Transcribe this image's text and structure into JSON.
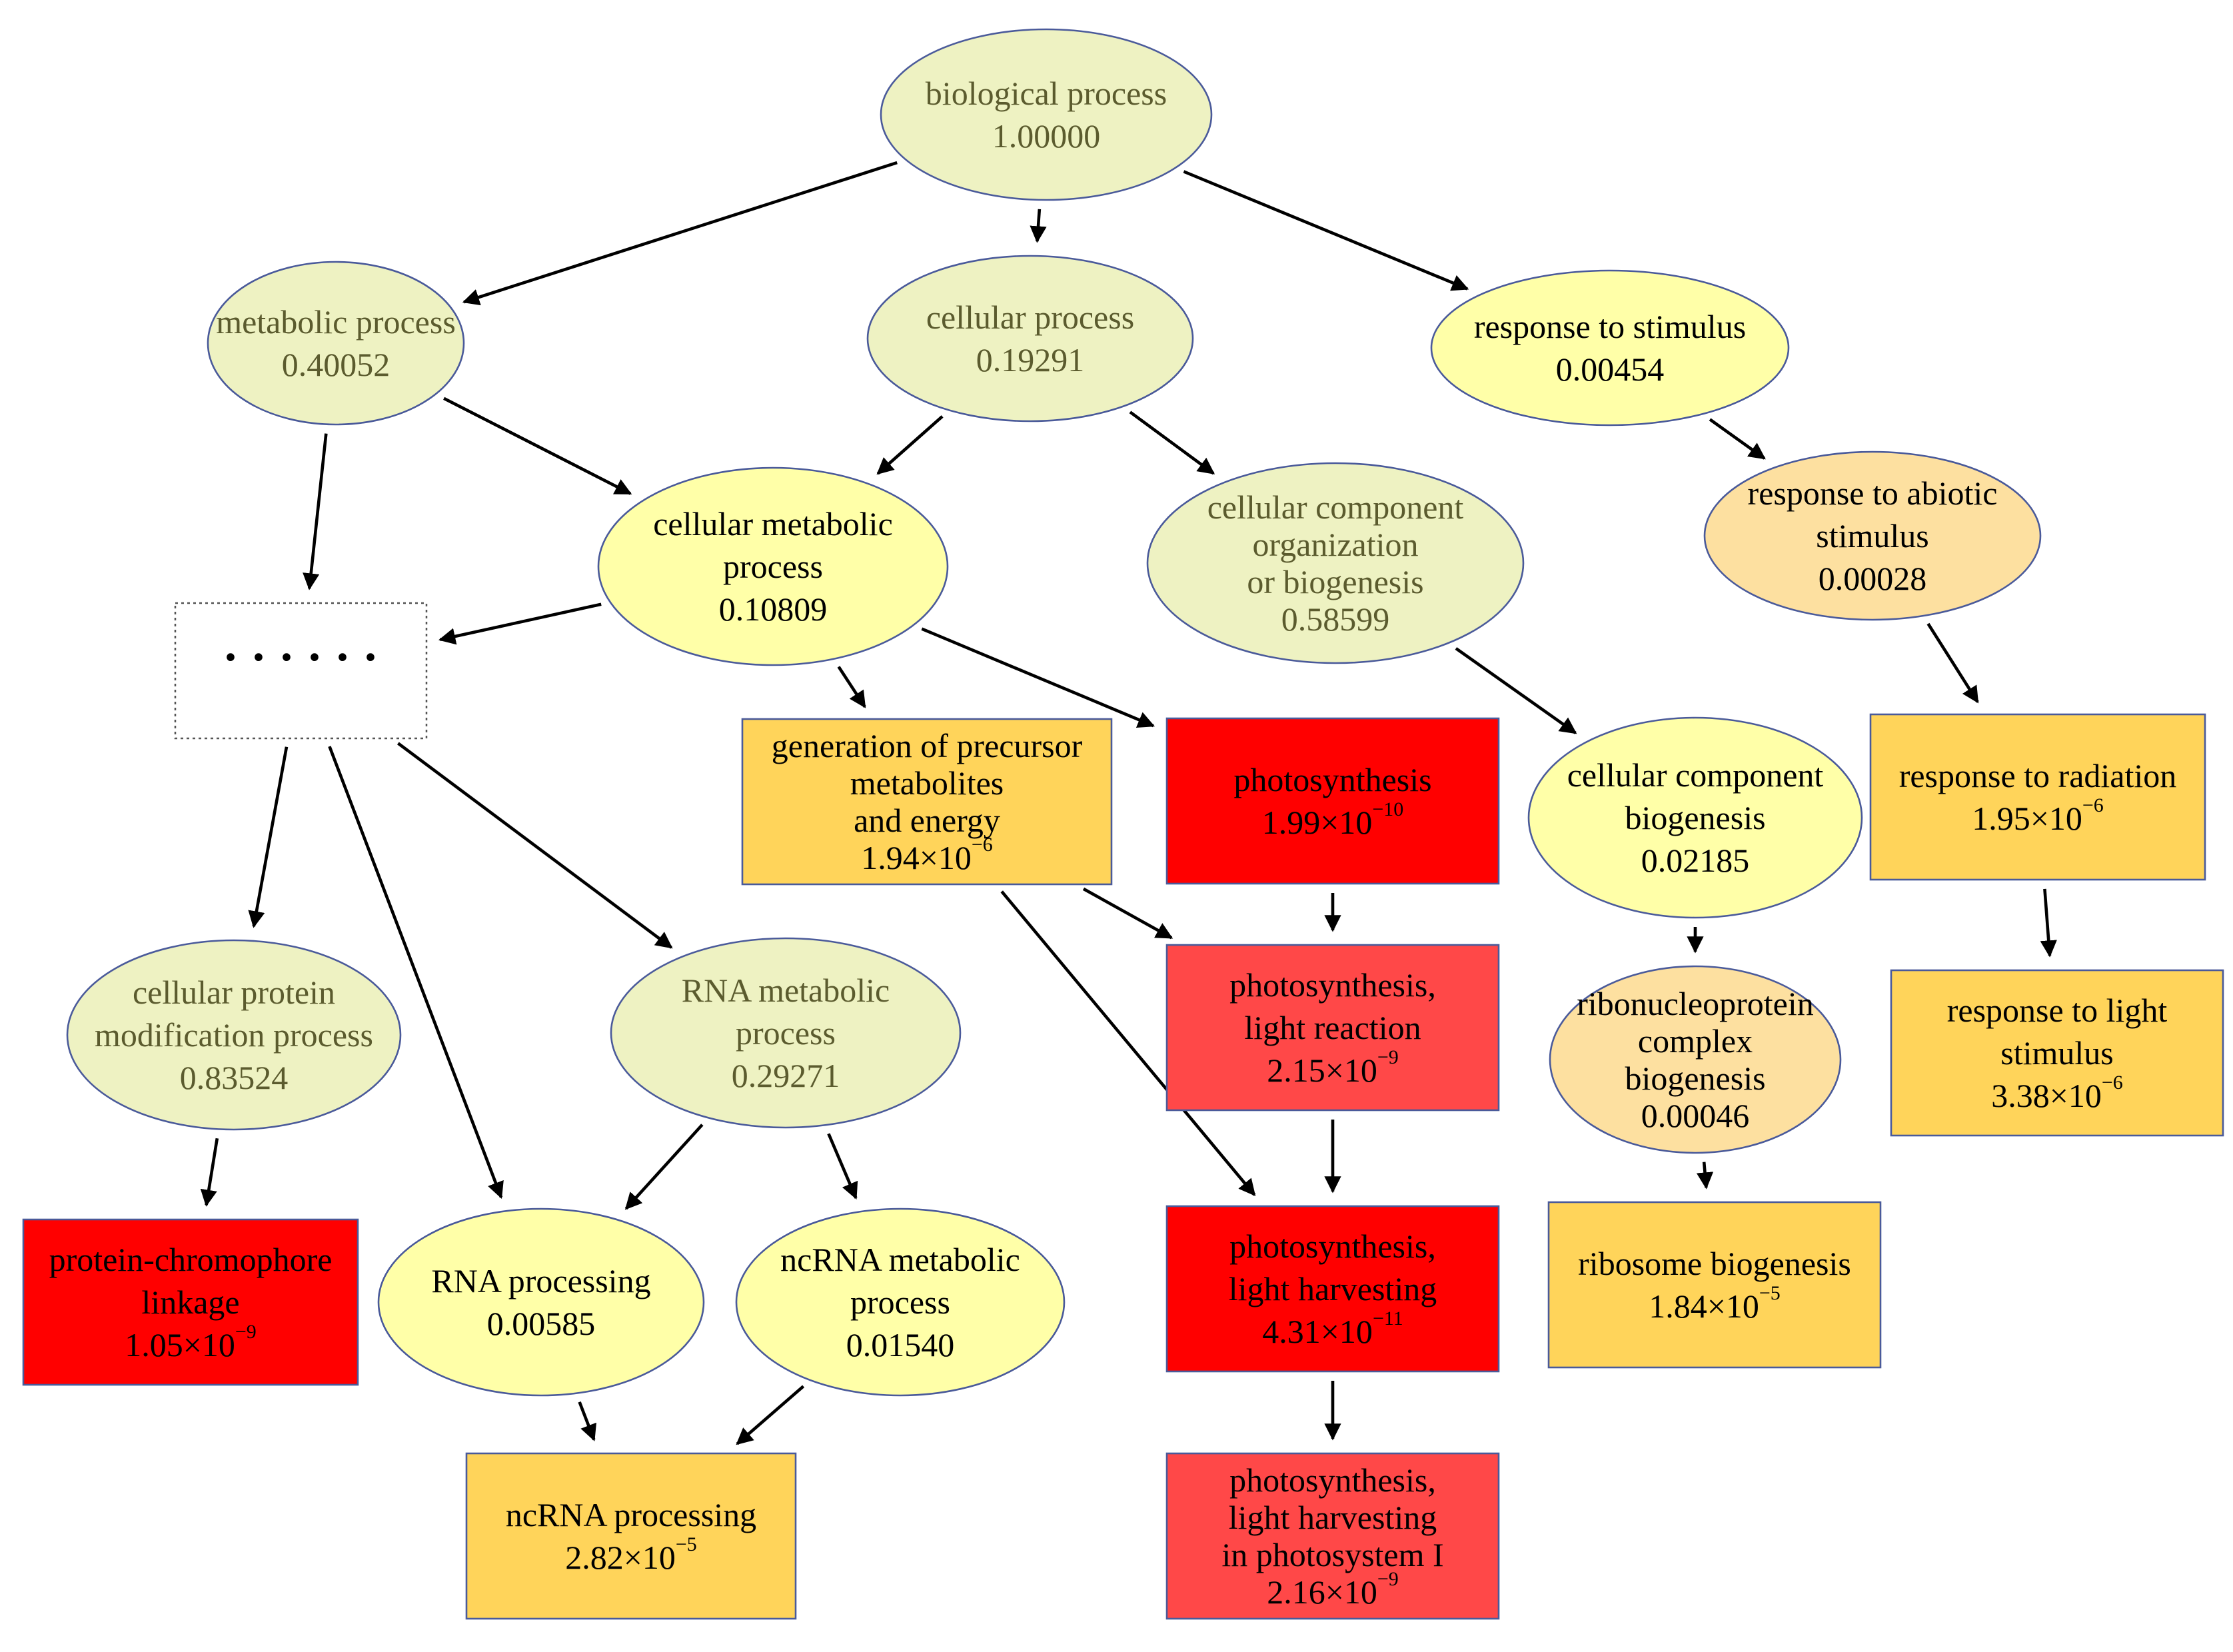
{
  "colors": {
    "grey_green_fill": "#eef2c2",
    "light_yellow_fill": "#ffffa8",
    "peach_fill": "#fde0a0",
    "orange_fill": "#ffd45a",
    "salmon_fill": "#ff4848",
    "red_fill": "#ff0000",
    "border": "#4a5a9a",
    "dark_text": "#000000",
    "muted_text": "#5b5b2e"
  },
  "placeholder": {
    "text": "· · · · · ·"
  },
  "nodes": [
    {
      "id": "biological",
      "shape": "ellipse",
      "fill": "grey_green",
      "muted": true,
      "lines": [
        "biological process",
        "1.00000"
      ]
    },
    {
      "id": "metabolic",
      "shape": "ellipse",
      "fill": "grey_green",
      "muted": true,
      "lines": [
        "metabolic process",
        "0.40052"
      ]
    },
    {
      "id": "cellular",
      "shape": "ellipse",
      "fill": "grey_green",
      "muted": true,
      "lines": [
        "cellular process",
        "0.19291"
      ]
    },
    {
      "id": "response",
      "shape": "ellipse",
      "fill": "light_yellow",
      "lines": [
        "response to stimulus",
        "0.00454"
      ]
    },
    {
      "id": "cellmeta",
      "shape": "ellipse",
      "fill": "light_yellow",
      "lines": [
        "cellular metabolic",
        "process",
        "0.10809"
      ]
    },
    {
      "id": "ccorg",
      "shape": "ellipse",
      "fill": "grey_green",
      "muted": true,
      "lines": [
        "cellular component",
        "organization",
        "or biogenesis",
        "0.58599"
      ]
    },
    {
      "id": "abiotic",
      "shape": "ellipse",
      "fill": "peach",
      "lines": [
        "response to abiotic",
        "stimulus",
        "0.00028"
      ]
    },
    {
      "id": "genprec",
      "shape": "rect",
      "fill": "orange",
      "lines": [
        "generation of precursor",
        "metabolites",
        "and energy"
      ],
      "value": {
        "mant": "1.94",
        "exp": "−6"
      }
    },
    {
      "id": "photo",
      "shape": "rect",
      "fill": "red",
      "lines": [
        "photosynthesis"
      ],
      "value": {
        "mant": "1.99",
        "exp": "−10"
      }
    },
    {
      "id": "ccbio",
      "shape": "ellipse",
      "fill": "light_yellow",
      "lines": [
        "cellular component",
        "biogenesis",
        "0.02185"
      ]
    },
    {
      "id": "radiation",
      "shape": "rect",
      "fill": "orange",
      "lines": [
        "response to radiation"
      ],
      "value": {
        "mant": "1.95",
        "exp": "−6"
      }
    },
    {
      "id": "cpmod",
      "shape": "ellipse",
      "fill": "grey_green",
      "muted": true,
      "lines": [
        "cellular protein",
        "modification process",
        "0.83524"
      ]
    },
    {
      "id": "rnameta",
      "shape": "ellipse",
      "fill": "grey_green",
      "muted": true,
      "lines": [
        "RNA metabolic",
        "process",
        "0.29271"
      ]
    },
    {
      "id": "lightreact",
      "shape": "rect",
      "fill": "salmon",
      "lines": [
        "photosynthesis,",
        "light reaction"
      ],
      "value": {
        "mant": "2.15",
        "exp": "−9"
      }
    },
    {
      "id": "ribonuc",
      "shape": "ellipse",
      "fill": "peach",
      "lines": [
        "ribonucleoprotein",
        "complex",
        "biogenesis",
        "0.00046"
      ]
    },
    {
      "id": "lightstim",
      "shape": "rect",
      "fill": "orange",
      "lines": [
        "response to light",
        "stimulus"
      ],
      "value": {
        "mant": "3.38",
        "exp": "−6"
      }
    },
    {
      "id": "chromo",
      "shape": "rect",
      "fill": "red",
      "lines": [
        "protein-chromophore",
        "linkage"
      ],
      "value": {
        "mant": "1.05",
        "exp": "−9"
      }
    },
    {
      "id": "rnaproc",
      "shape": "ellipse",
      "fill": "light_yellow",
      "lines": [
        "RNA processing",
        "0.00585"
      ]
    },
    {
      "id": "ncmeta",
      "shape": "ellipse",
      "fill": "light_yellow",
      "lines": [
        "ncRNA metabolic",
        "process",
        "0.01540"
      ]
    },
    {
      "id": "harvest",
      "shape": "rect",
      "fill": "red",
      "lines": [
        "photosynthesis,",
        "light harvesting"
      ],
      "value": {
        "mant": "4.31",
        "exp": "−11"
      }
    },
    {
      "id": "ribosome",
      "shape": "rect",
      "fill": "orange",
      "lines": [
        "ribosome biogenesis"
      ],
      "value": {
        "mant": "1.84",
        "exp": "−5"
      }
    },
    {
      "id": "ncproc",
      "shape": "rect",
      "fill": "orange",
      "lines": [
        "ncRNA processing"
      ],
      "value": {
        "mant": "2.82",
        "exp": "−5"
      }
    },
    {
      "id": "psI",
      "shape": "rect",
      "fill": "salmon",
      "lines": [
        "photosynthesis,",
        "light harvesting",
        "in photosystem I"
      ],
      "value": {
        "mant": "2.16",
        "exp": "−9"
      }
    }
  ],
  "edges": [
    [
      "biological",
      "metabolic"
    ],
    [
      "biological",
      "cellular"
    ],
    [
      "biological",
      "response"
    ],
    [
      "metabolic",
      "cellmeta"
    ],
    [
      "metabolic",
      "placeholder"
    ],
    [
      "cellular",
      "cellmeta"
    ],
    [
      "cellular",
      "ccorg"
    ],
    [
      "response",
      "abiotic"
    ],
    [
      "cellmeta",
      "placeholder"
    ],
    [
      "cellmeta",
      "genprec"
    ],
    [
      "cellmeta",
      "photo"
    ],
    [
      "ccorg",
      "ccbio"
    ],
    [
      "abiotic",
      "radiation"
    ],
    [
      "placeholder",
      "cpmod"
    ],
    [
      "placeholder",
      "rnaproc"
    ],
    [
      "placeholder",
      "rnameta"
    ],
    [
      "genprec",
      "lightreact"
    ],
    [
      "genprec",
      "harvest"
    ],
    [
      "photo",
      "lightreact"
    ],
    [
      "ccbio",
      "ribonuc"
    ],
    [
      "radiation",
      "lightstim"
    ],
    [
      "cpmod",
      "chromo"
    ],
    [
      "rnameta",
      "rnaproc"
    ],
    [
      "rnameta",
      "ncmeta"
    ],
    [
      "lightreact",
      "harvest"
    ],
    [
      "ribonuc",
      "ribosome"
    ],
    [
      "rnaproc",
      "ncproc"
    ],
    [
      "ncmeta",
      "ncproc"
    ],
    [
      "harvest",
      "psI"
    ]
  ]
}
